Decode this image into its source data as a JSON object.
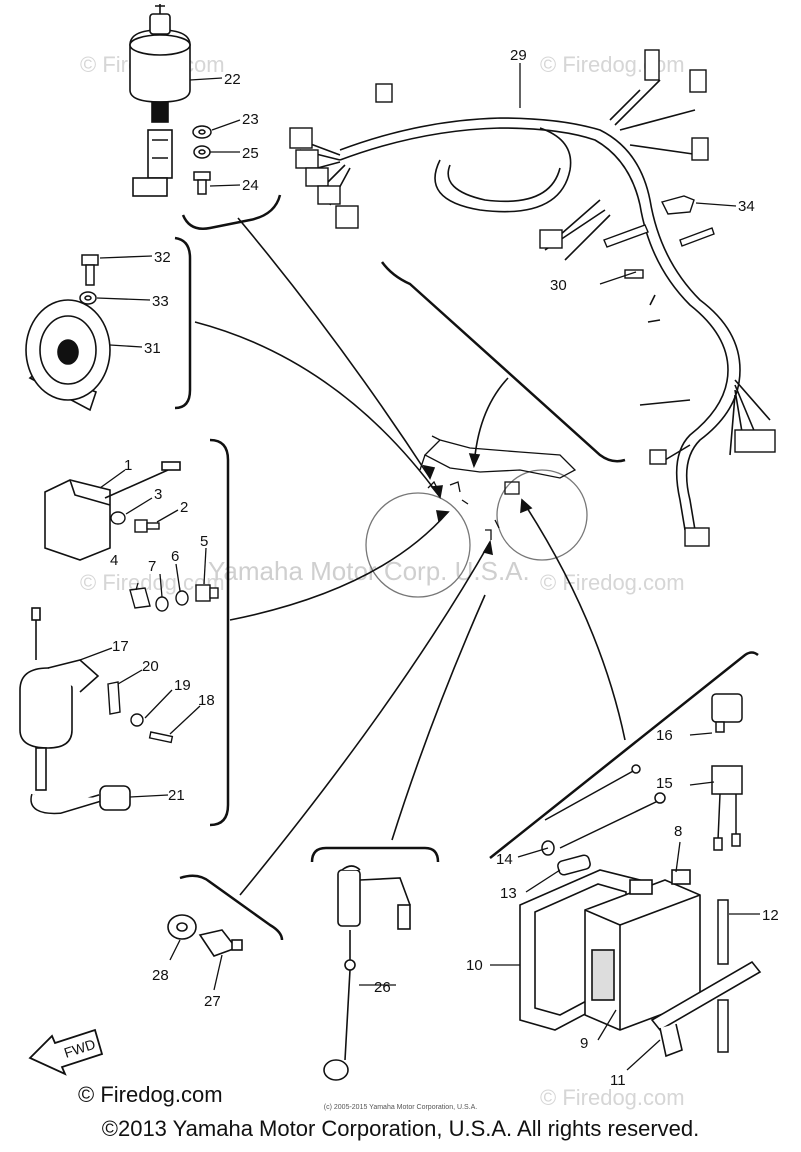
{
  "watermark": {
    "brand": "© Firedog.com",
    "center_text": "Yamaha Motor Corp. U.S.A."
  },
  "callouts": {
    "c1": "1",
    "c2": "2",
    "c3": "3",
    "c4": "4",
    "c5": "5",
    "c6": "6",
    "c7": "7",
    "c8": "8",
    "c9": "9",
    "c10": "10",
    "c11": "11",
    "c12": "12",
    "c13": "13",
    "c14": "14",
    "c15": "15",
    "c16": "16",
    "c17": "17",
    "c18": "18",
    "c19": "19",
    "c20": "20",
    "c21": "21",
    "c22": "22",
    "c23": "23",
    "c24": "24",
    "c25": "25",
    "c26": "26",
    "c27": "27",
    "c28": "28",
    "c29": "29",
    "c30": "30",
    "c31": "31",
    "c32": "32",
    "c33": "33",
    "c34": "34"
  },
  "fwd_label": "FWD",
  "footer": {
    "brand": "© Firedog.com",
    "small_copyright": "(c) 2005-2015 Yamaha Motor Corporation, U.S.A.",
    "copyright": "©2013 Yamaha Motor Corporation, U.S.A. All rights reserved."
  }
}
